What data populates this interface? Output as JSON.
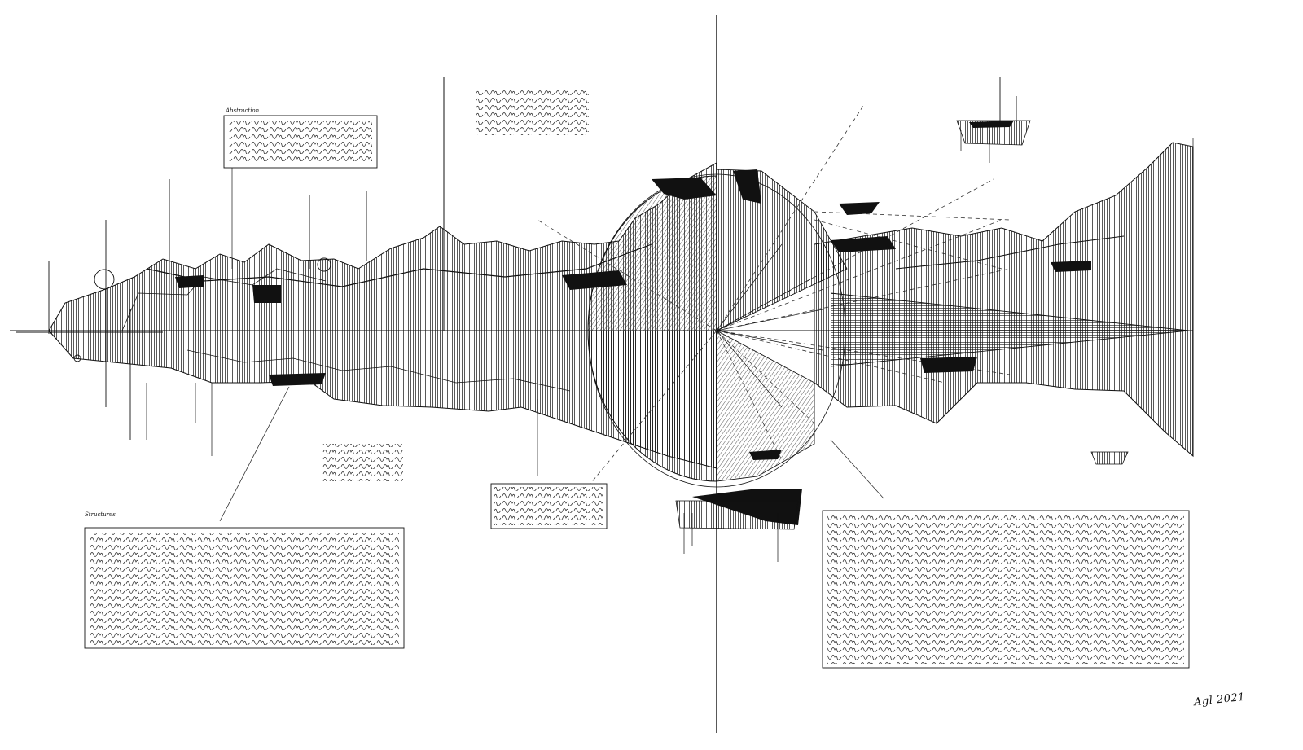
{
  "artwork": {
    "signature": "Agl 2021",
    "colors": {
      "ink": "#111111",
      "paper": "#ffffff",
      "wash": "#9a9a9a"
    }
  },
  "notes": [
    {
      "id": "note-top-left",
      "label": "Abstraction",
      "lines": 7,
      "width": 188
    },
    {
      "id": "note-top-center",
      "label": "",
      "lines": 4,
      "width": 138
    },
    {
      "id": "note-mid-left",
      "label": "",
      "lines": 4,
      "width": 100
    },
    {
      "id": "note-center",
      "label": "",
      "lines": 5,
      "width": 142
    },
    {
      "id": "note-bottom-left",
      "label": "Structures",
      "lines": 14,
      "width": 392
    },
    {
      "id": "note-bottom-right",
      "label": "",
      "lines": 18,
      "width": 450
    }
  ]
}
